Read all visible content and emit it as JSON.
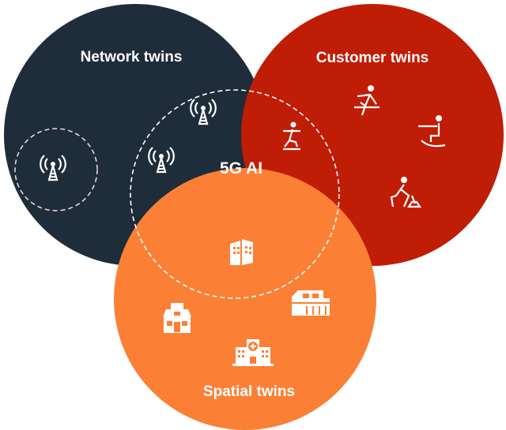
{
  "labels": {
    "network": "Network twins",
    "customer": "Customer twins",
    "spatial": "Spatial twins",
    "center": "5G AI"
  },
  "colors": {
    "network": "#1f2d3a",
    "customer": "#c01d06",
    "spatial": "#fb8035",
    "text": "#ffffff"
  },
  "icons": {
    "network": [
      "cell-tower-icon",
      "cell-tower-icon",
      "cell-tower-icon"
    ],
    "customer": [
      "skateboarder-icon",
      "hurdler-icon",
      "wakeboarder-icon",
      "gardener-icon"
    ],
    "spatial": [
      "office-buildings-icon",
      "house-icon",
      "warehouse-icon",
      "hospital-icon"
    ]
  }
}
